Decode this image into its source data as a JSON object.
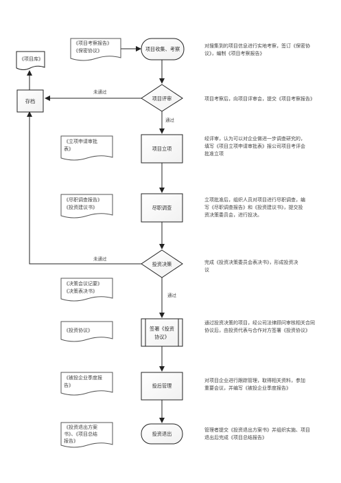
{
  "flow": {
    "start": "项目收集、考察",
    "review": "项目评审",
    "archive": "存档",
    "library": "《项目库》",
    "approval": "项目立项",
    "due_diligence": "尽职调查",
    "decision": "投资决策",
    "sign": [
      "签署《投资",
      "协议》"
    ],
    "post": "投后管理",
    "exit": "投资退出"
  },
  "edges": {
    "fail_review": "未通过",
    "pass_review": "通过",
    "fail_decision": "未通过",
    "pass_decision": "通过"
  },
  "documents": {
    "d1": [
      "《项目考察报告》",
      "《保密协议》"
    ],
    "d2": [
      "《立项申请审批",
      "表》"
    ],
    "d3": [
      "《尽职调查报告》",
      "《投资建议书》"
    ],
    "d4": [
      "《决策会议记要》",
      "《决策表决书》"
    ],
    "d5": [
      "《投资协议》"
    ],
    "d6": [
      "《被投企业季度报",
      "告》"
    ],
    "d7": [
      "《投资退出方案",
      "书》、《项目总结",
      "报告》"
    ]
  },
  "descriptions": {
    "s1": [
      "对搜集到的项目信息进行实地考察，签订《保密协",
      "议》，编制《项目考察报告》"
    ],
    "s2": [
      "项目考察后，向项目评审会，提交《项目考察报告》"
    ],
    "s3": [
      "经评审，认为可以对企业做进一步调查研究的，",
      "填写《项目立项申请审批表》报公司项目考评会",
      "批准立项"
    ],
    "s4": [
      "立项批准后，组织人员对项目进行尽职调查，编",
      "写《尽职调查报告》和《投资建议书》，提交投",
      "资决策委员会，进行投决。"
    ],
    "s5": [
      "完成《投资决策委员会表决书》，形成投资决",
      "议"
    ],
    "s6": [
      "通过投资决策的项目，经公司法律顾问审核相关合同",
      "协议后，由投资代表与合作对方签署《投资协议》"
    ],
    "s7": [
      "对项目企业进行跟踪管理，取得相关资料，参加",
      "重要会议，并编写《被投企业季度报告》"
    ],
    "s8": [
      "管理者提交《投资退出方案书》并组织实施、项目",
      "退出后完成《项目总结报告》"
    ]
  }
}
